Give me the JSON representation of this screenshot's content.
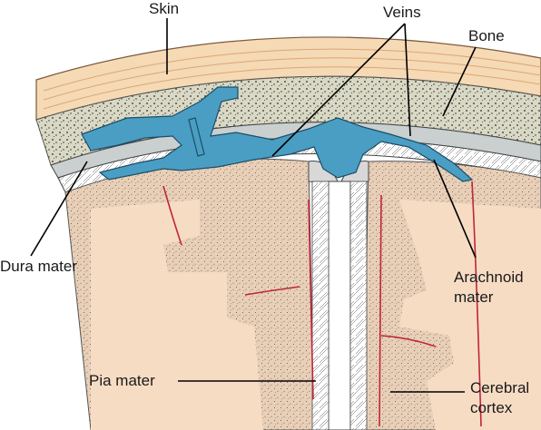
{
  "labels": {
    "skin": "Skin",
    "veins": "Veins",
    "bone": "Bone",
    "dura_mater": "Dura mater",
    "arachnoid_mater_line1": "Arachnoid",
    "arachnoid_mater_line2": "mater",
    "pia_mater": "Pia mater",
    "cerebral_cortex_line1": "Cerebral",
    "cerebral_cortex_line2": "cortex"
  },
  "colors": {
    "skin": "#f6d9b5",
    "skin_stripe": "#d9a875",
    "bone": "#d8d8c4",
    "bone_speckle": "#2b2b2b",
    "vein": "#4a9ec3",
    "vein_outline": "#1d4d66",
    "dura": "#c9d0cf",
    "cortex": "#e8cfb8",
    "white_matter": "#f7dcc4",
    "pia_vessel": "#c0243c",
    "arachnoid": "#ffffff",
    "leader_line": "#000000"
  }
}
